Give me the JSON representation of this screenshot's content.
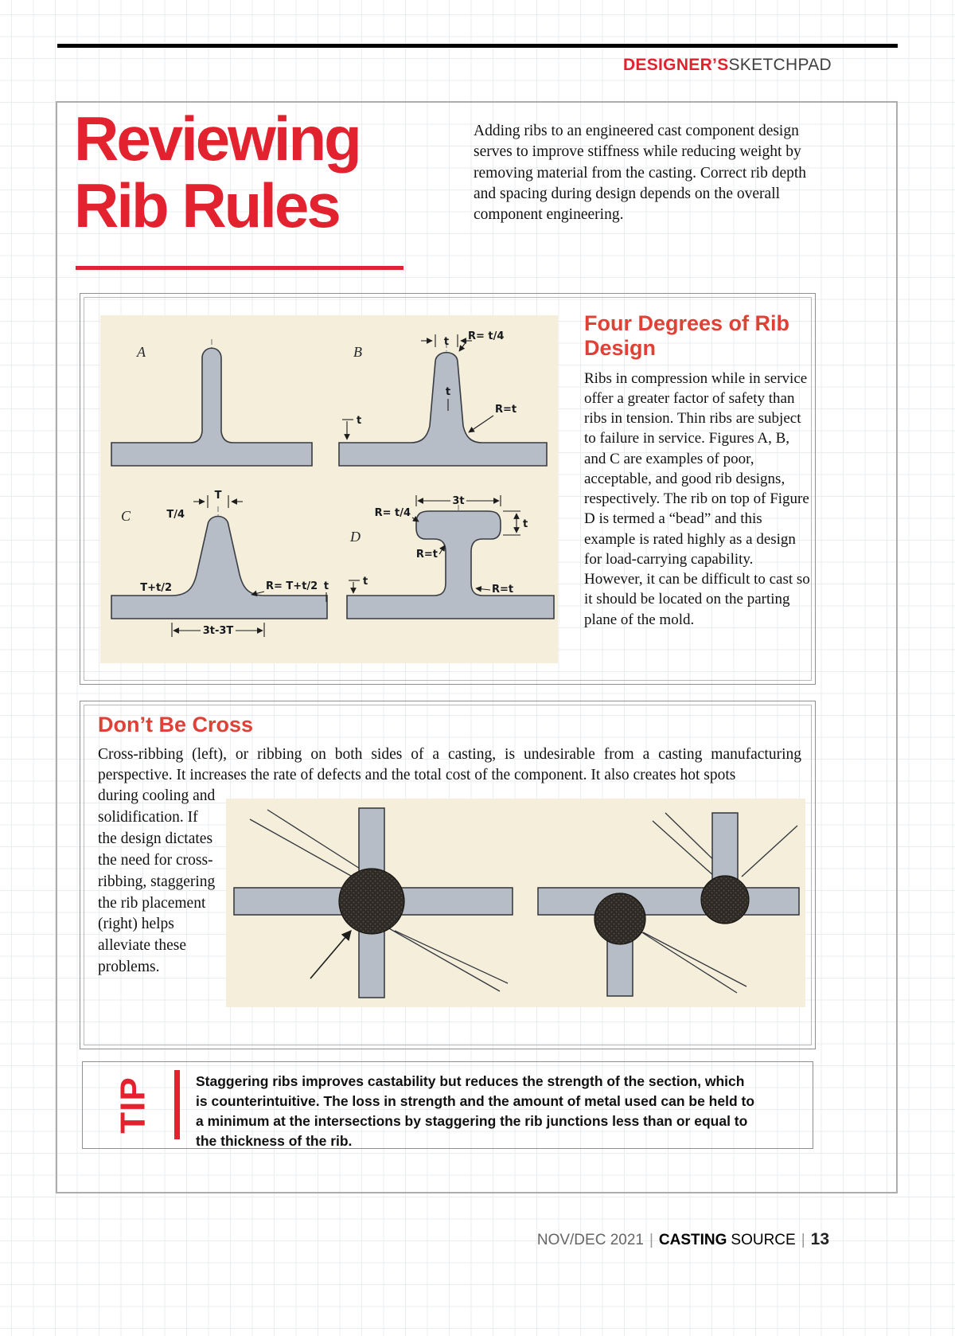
{
  "colors": {
    "accent_red": "#e2222e",
    "heading_red": "#e04136",
    "metal": "#b7bdc7",
    "cream": "#f5eedb",
    "grid": "#e9edf0",
    "hotspot": "#2e2a26"
  },
  "header": {
    "brand_bold": "DESIGNER’S",
    "brand_light": "SKETCHPAD"
  },
  "headline": {
    "line1": "Reviewing",
    "line2": "Rib Rules"
  },
  "intro": {
    "text": "Adding ribs to an engineered cast component design serves to improve stiffness while reducing weight by removing material from the casting. Correct rib depth and spacing during design depends on the overall component engineering."
  },
  "rib_design": {
    "heading": "Four Degrees of Rib Design",
    "body": "Ribs in compression while in service offer a greater factor of safety than ribs in tension. Thin ribs are subject to failure in service. Figures A, B, and C are examples of poor, acceptable, and good rib designs, respectively. The rib on top of Figure D is termed a “bead” and this example is rated highly as a design for load-carrying capability. However, it can be difficult to cast so it should be located on the parting plane of the mold."
  },
  "figure1": {
    "labels": {
      "a": "A",
      "b": "B",
      "c": "C",
      "d": "D"
    },
    "ann": {
      "b_top_t": "t",
      "b_r_quarter": "R= t/4",
      "b_mid_t": "t",
      "b_r_t": "R=t",
      "b_plate_t": "t",
      "c_t_quarter": "T/4",
      "c_top_T": "T",
      "c_base": "T+t/2",
      "c_radius": "R= T+t/2",
      "c_t": "t",
      "c_span": "3t-3T",
      "d_r_quarter": "R= t/4",
      "d_3t": "3t",
      "d_bead_t": "t",
      "d_r_t_top": "R=t",
      "d_plate_t": "t",
      "d_r_t_bottom": "R=t"
    }
  },
  "cross": {
    "heading": "Don’t Be Cross",
    "para": "Cross-ribbing (left), or ribbing on both sides of a casting, is undesirable from a casting manufacturing perspective. It increases the rate of defects and the total cost of the component. It also creates hot spots",
    "left_col": "during cooling and solidification. If the design dictates the need for cross-ribbing, staggering the rib placement (right) helps alleviate these problems."
  },
  "tip": {
    "label": "TIP",
    "text": "Staggering ribs improves castability but reduces the strength of the section, which is counterintuitive. The loss in strength and the amount of metal used can be held to a minimum at the intersections by staggering the rib junctions less than or equal to the thickness of the rib."
  },
  "footer": {
    "issue": "NOV/DEC 2021",
    "sep": "|",
    "brand_bold": "CASTING",
    "brand_rest": "SOURCE",
    "page": "13"
  }
}
